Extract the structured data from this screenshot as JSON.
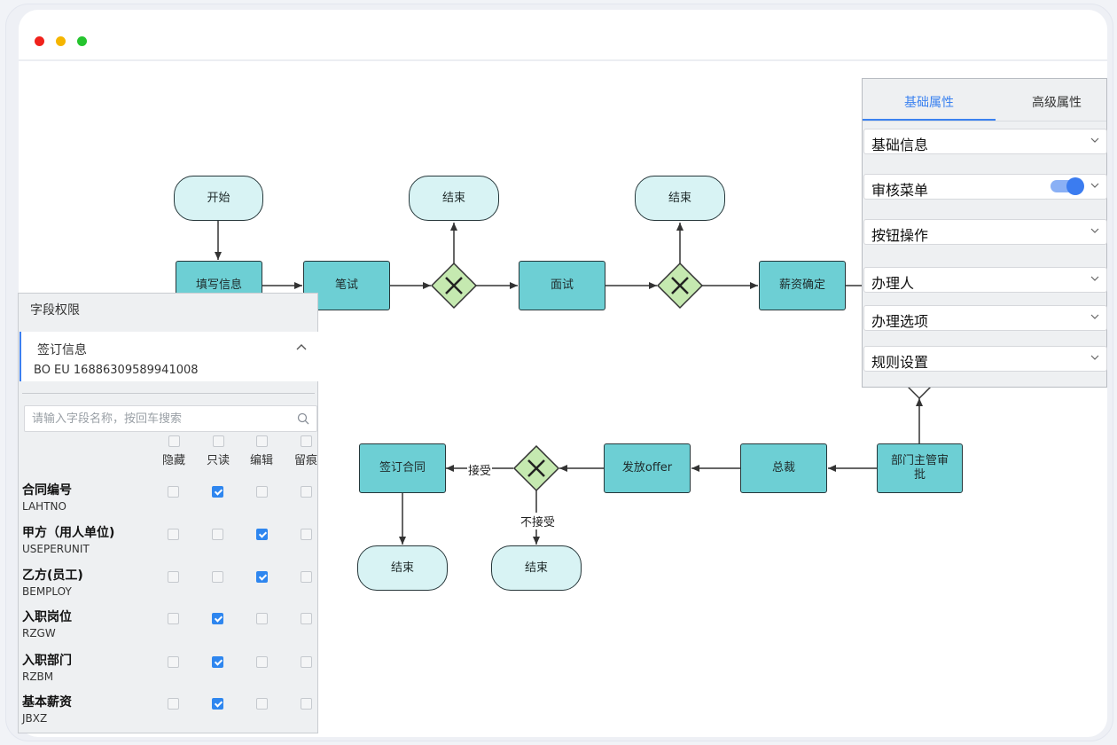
{
  "window": {
    "controls": [
      "close",
      "minimize",
      "maximize"
    ]
  },
  "flow": {
    "start": "开始",
    "fill_info": "填写信息",
    "written_test": "笔试",
    "end_1": "结束",
    "interview": "面试",
    "end_2": "结束",
    "salary_confirm": "薪资确定",
    "dept_approval": "部门主管审批",
    "ceo": "总裁",
    "send_offer": "发放offer",
    "sign_contract": "签订合同",
    "end_3": "结束",
    "end_4": "结束",
    "accept_label": "接受",
    "reject_label": "不接受"
  },
  "field_permissions": {
    "title": "字段权限",
    "section_name": "签订信息",
    "section_id": "BO EU 16886309589941008",
    "search_placeholder": "请输入字段名称，按回车搜索",
    "columns": [
      "隐藏",
      "只读",
      "编辑",
      "留痕"
    ],
    "fields": [
      {
        "name": "合同编号",
        "code": "LAHTNO",
        "hidden": false,
        "readonly": true,
        "edit": false,
        "trace": false
      },
      {
        "name": "甲方（用人单位)",
        "code": "USEPERUNIT",
        "hidden": false,
        "readonly": false,
        "edit": true,
        "trace": false
      },
      {
        "name": " 乙方(员工)",
        "code": "BEMPLOY",
        "hidden": false,
        "readonly": false,
        "edit": true,
        "trace": false
      },
      {
        "name": "入职岗位",
        "code": "RZGW",
        "hidden": false,
        "readonly": true,
        "edit": false,
        "trace": false
      },
      {
        "name": "入职部门",
        "code": "RZBM",
        "hidden": false,
        "readonly": true,
        "edit": false,
        "trace": false
      },
      {
        "name": "基本薪资",
        "code": "JBXZ",
        "hidden": false,
        "readonly": true,
        "edit": false,
        "trace": false
      }
    ]
  },
  "properties": {
    "tabs": [
      "基础属性",
      "高级属性"
    ],
    "active_tab": "基础属性",
    "rows": [
      "基础信息",
      "审核菜单",
      "按钮操作",
      "办理人",
      "办理选项",
      "规则设置"
    ],
    "audit_menu_enabled": true
  },
  "colors": {
    "task_fill": "#6dcfd4",
    "terminal_fill": "#d8f3f4",
    "gateway_fill": "#c5e9b0",
    "accent": "#3b82f0",
    "checkbox_checked": "#2e86ef"
  }
}
